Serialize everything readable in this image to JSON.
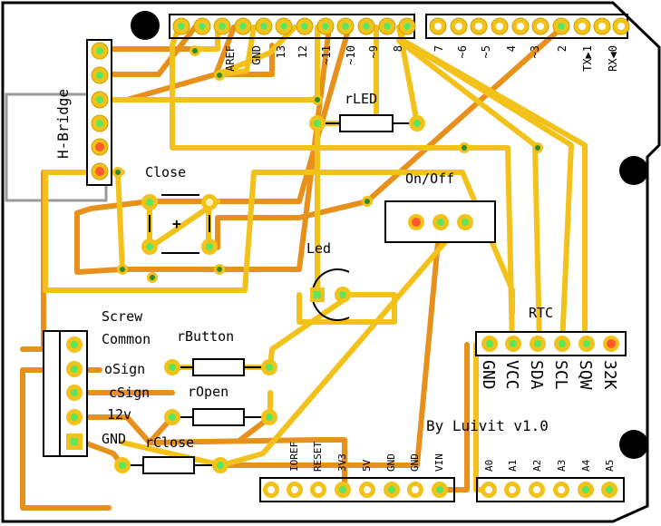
{
  "colors": {
    "board_bg": "#ffffff",
    "outline": "#000000",
    "trace_top": "#f2c21b",
    "trace_bottom": "#e8901c",
    "pad_ring": "#f2c21b",
    "pad_green": "#5ce65c",
    "pad_red": "#ff5a2e",
    "hole": "#000000"
  },
  "header_top_digital": [
    "AREF",
    "GND",
    "13",
    "12",
    "~11",
    "~10",
    "~9",
    "8",
    "7",
    "~6",
    "~5",
    "4",
    "~3",
    "2",
    "TX▶1",
    "RX◀0"
  ],
  "header_bottom_power": [
    "IOREF",
    "RESET",
    "3V3",
    "5V",
    "GND",
    "GND",
    "VIN"
  ],
  "header_bottom_analog": [
    "A0",
    "A1",
    "A2",
    "A3",
    "A4",
    "A5"
  ],
  "h_bridge": {
    "label": "H-Bridge"
  },
  "components": {
    "rled": "rLED",
    "close_button": "Close",
    "close_button_plus": "+",
    "onoff": "On/Off",
    "led": "Led",
    "screw_title": "Screw",
    "screw_pins": [
      "Common",
      "oSign",
      "cSign",
      "12v",
      "GND"
    ],
    "rbutton": "rButton",
    "ropen": "rOpen",
    "rclose": "rClose",
    "rtc": "RTC",
    "rtc_pins": [
      "GND",
      "VCC",
      "SDA",
      "SCL",
      "SQW",
      "32K"
    ]
  },
  "credit": "By Luivit v1.0"
}
